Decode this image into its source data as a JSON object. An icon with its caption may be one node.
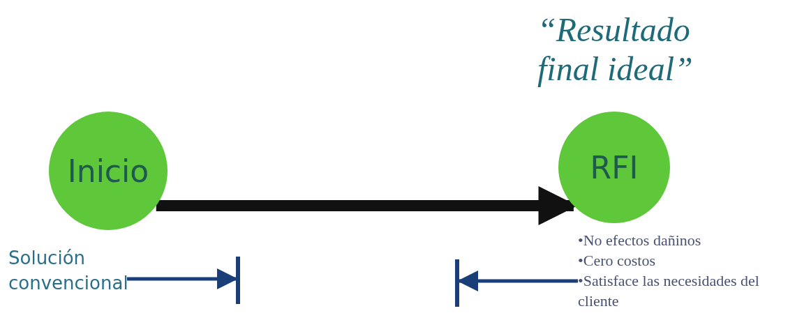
{
  "diagram": {
    "nodes": [
      {
        "text": [
          "Inicio"
        ]
      },
      {
        "text": [
          "RFI"
        ],
        "beside": [
          "“Resultado final ideal”"
        ]
      },
      {
        "text": [
          "Solución convencional"
        ]
      },
      {
        "text": [],
        "shape": "bar"
      },
      {
        "text": [
          "•No efectos dañinos",
          "•Cero costos",
          "•Satisface las necesidades del cliente"
        ]
      },
      {
        "text": [],
        "shape": "bar"
      }
    ],
    "edges": [
      {
        "from": 0,
        "to": 1,
        "arrow": "to",
        "style": "thick",
        "color": "#111111"
      },
      {
        "from": 2,
        "to": 3,
        "arrow": "to"
      },
      {
        "from": 4,
        "to": 5,
        "arrow": "to"
      }
    ]
  }
}
